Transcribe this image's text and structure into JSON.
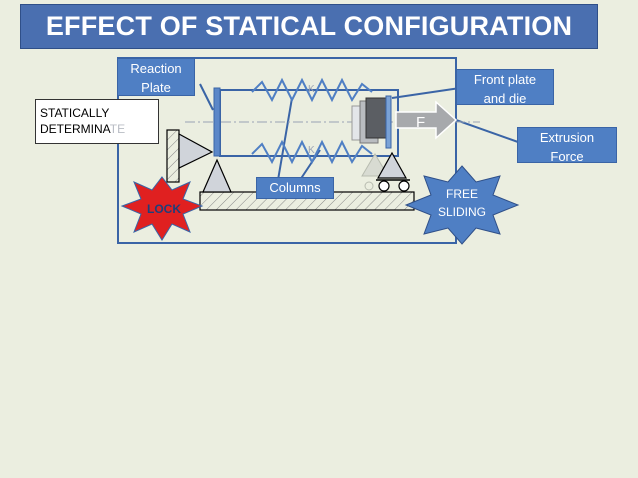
{
  "slide": {
    "title": "EFFECT OF STATICAL CONFIGURATION"
  },
  "labels": {
    "reaction_plate": "Reaction Plate",
    "front_plate": "Front plate and die",
    "extrusion_force": "Extrusion Force",
    "columns": "Columns",
    "statically_line1": "STATICALLY",
    "statically_line2_a": "DETERMINA",
    "statically_line2_b": "TE",
    "lock": "LOCK",
    "free_sliding_line1": "FREE",
    "free_sliding_line2": "SLIDING",
    "force_symbol": "F",
    "spring_top": "K",
    "spring_bottom": "K"
  },
  "colors": {
    "title_bg": "#4a6fb0",
    "callout_bg": "#4f7fc4",
    "lock_red": "#e02020",
    "free_blue": "#4f7fc4",
    "frame_blue": "#3a64a6",
    "background": "#ebeee0"
  }
}
